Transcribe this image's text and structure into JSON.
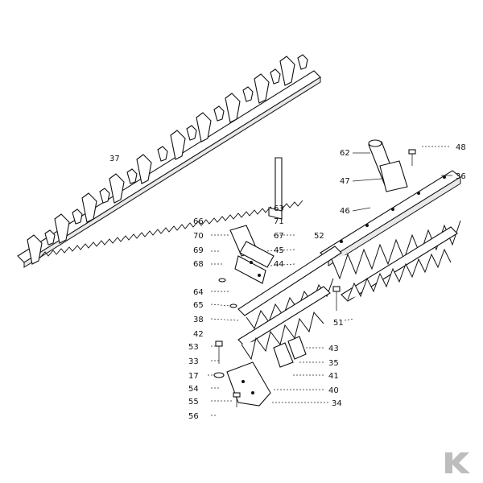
{
  "diagram": {
    "callouts": [
      "37",
      "48",
      "62",
      "36",
      "47",
      "46",
      "63",
      "66",
      "71",
      "70",
      "67",
      "52",
      "69",
      "45",
      "68",
      "44",
      "64",
      "65",
      "51",
      "38",
      "42",
      "53",
      "43",
      "33",
      "35",
      "17",
      "41",
      "54",
      "40",
      "55",
      "34",
      "56"
    ]
  },
  "logo": {
    "text": "K",
    "color": "#bdbdbd"
  }
}
